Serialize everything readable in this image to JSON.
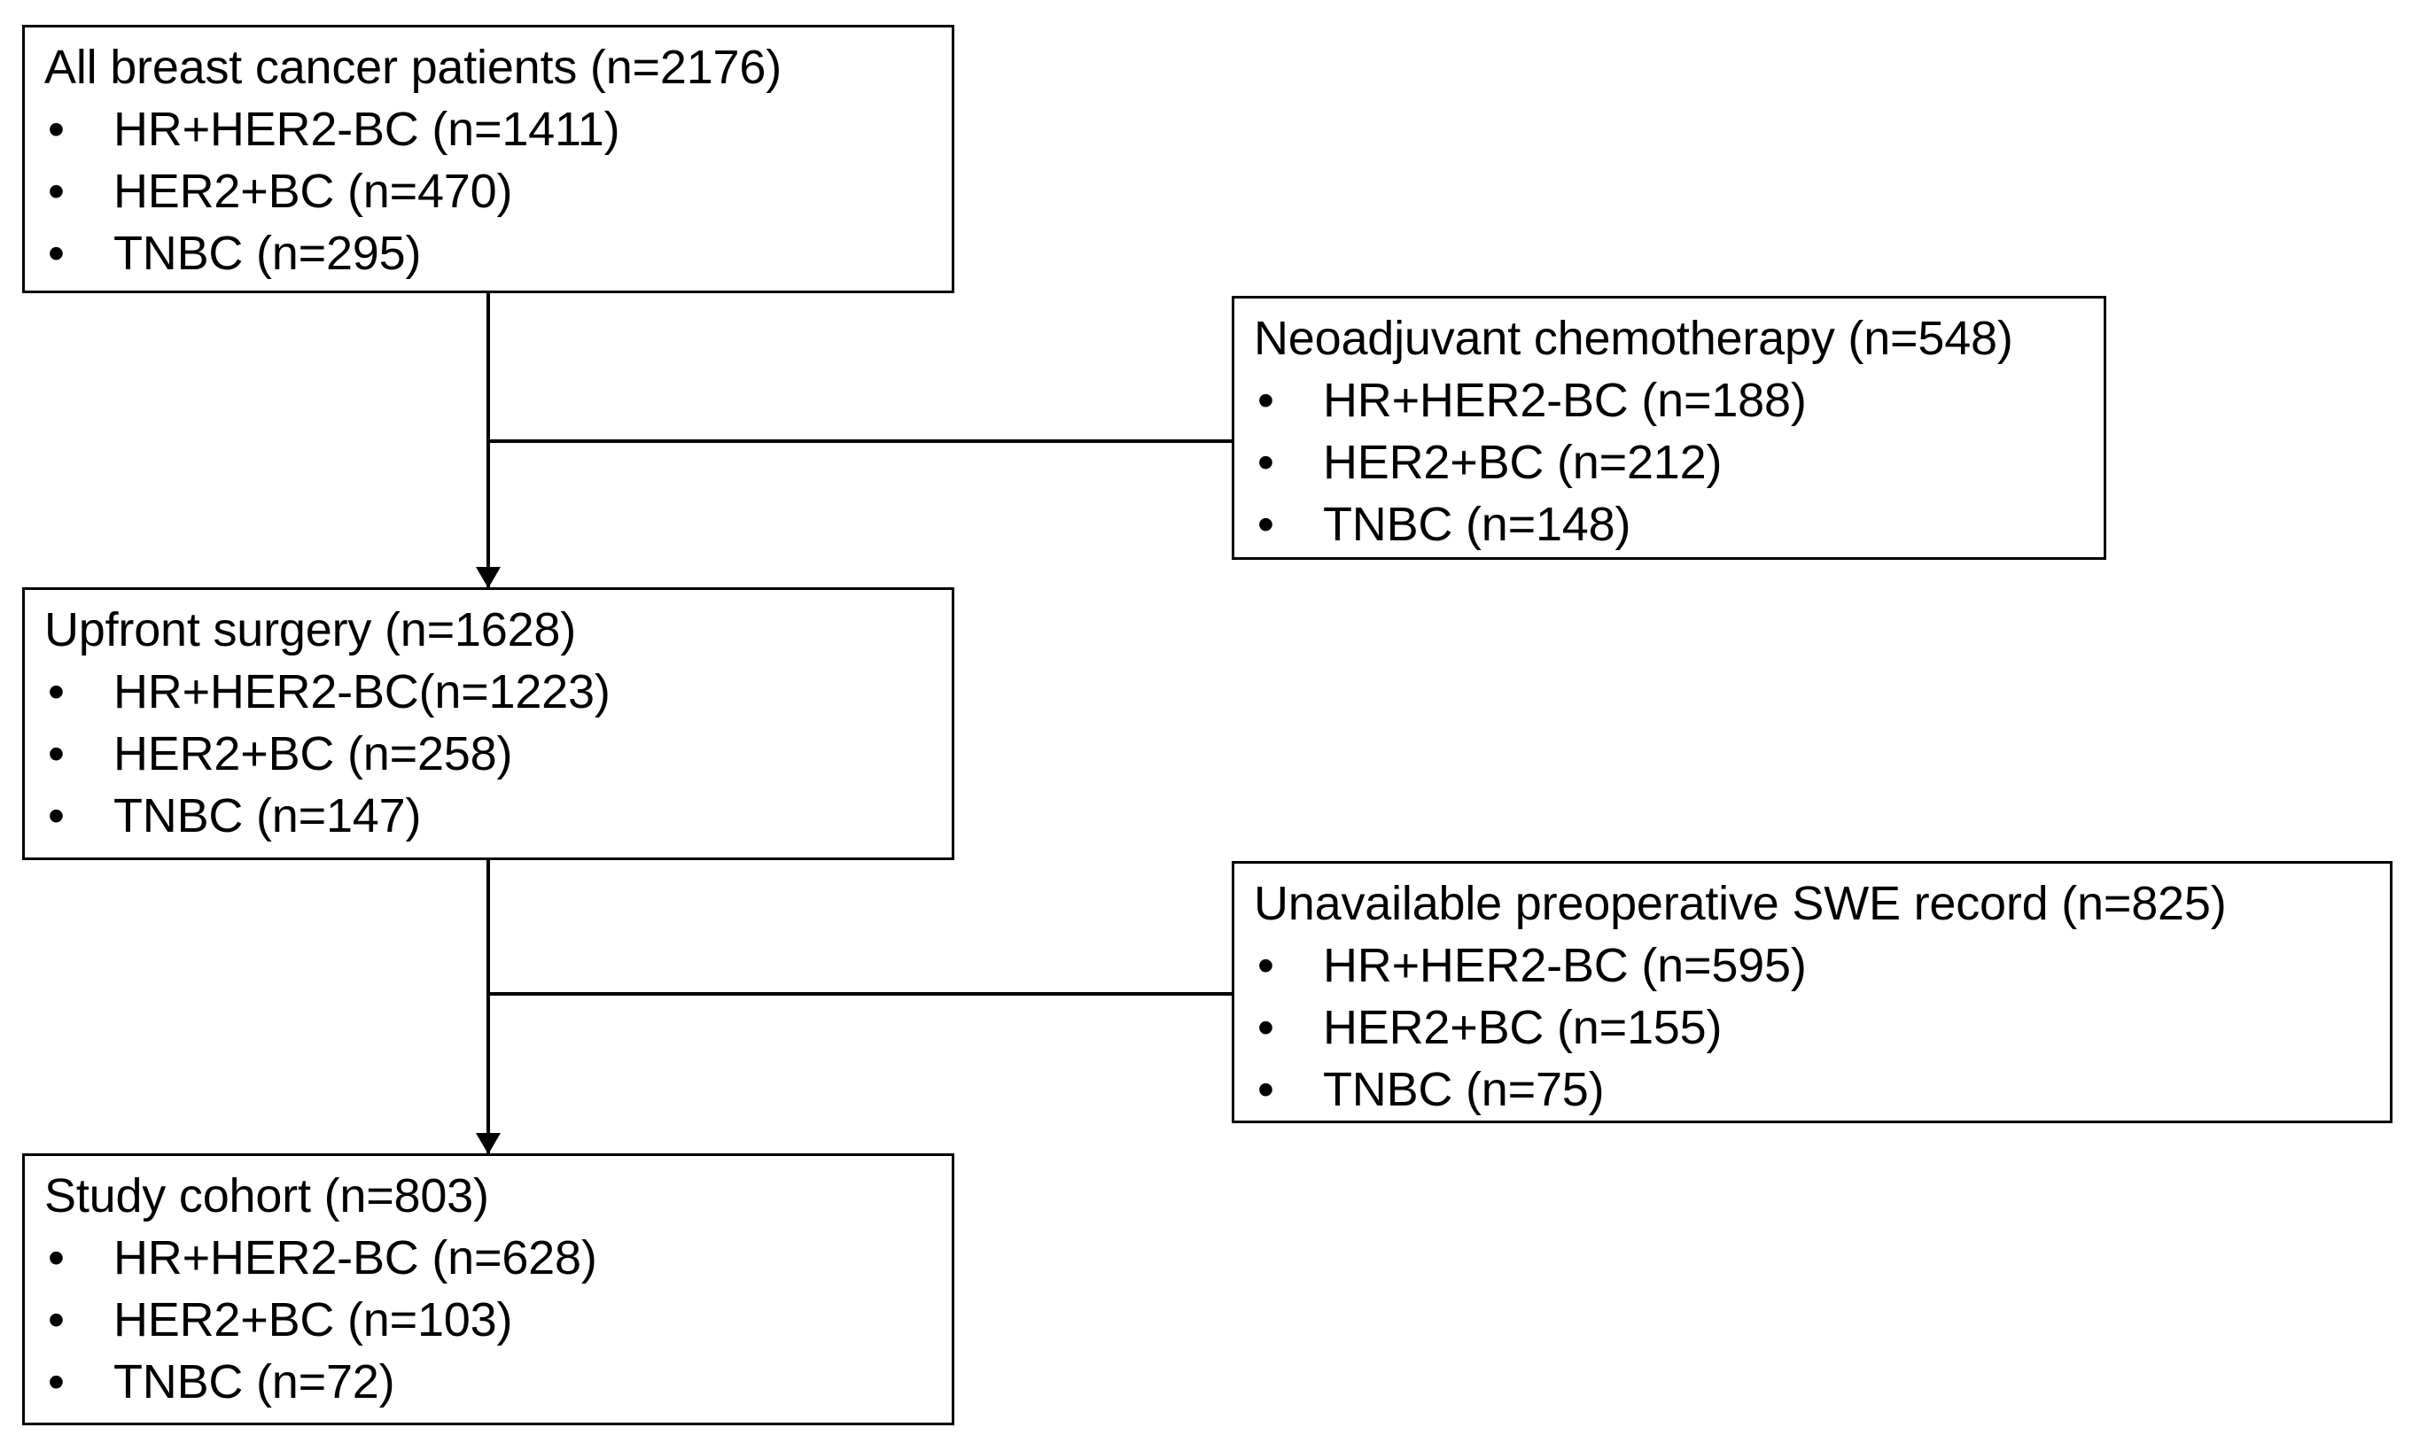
{
  "figure": {
    "type": "flowchart",
    "orientation": "vertical-with-right-exclusions",
    "bullet_glyph": "•"
  },
  "nodes": [
    {
      "id": "all-patients",
      "title": "All breast cancer patients (n=2176)",
      "items": [
        "HR+HER2-BC (n=1411)",
        "HER2+BC (n=470)",
        "TNBC (n=295)"
      ]
    },
    {
      "id": "neoadjuvant",
      "title": "Neoadjuvant chemotherapy (n=548)",
      "items": [
        "HR+HER2-BC (n=188)",
        "HER2+BC (n=212)",
        "TNBC (n=148)"
      ]
    },
    {
      "id": "upfront-surgery",
      "title": "Upfront surgery (n=1628)",
      "items": [
        "HR+HER2-BC(n=1223)",
        "HER2+BC (n=258)",
        "TNBC (n=147)"
      ]
    },
    {
      "id": "unavailable-swe",
      "title": "Unavailable preoperative SWE record (n=825)",
      "items": [
        "HR+HER2-BC (n=595)",
        "HER2+BC (n=155)",
        "TNBC (n=75)"
      ]
    },
    {
      "id": "study-cohort",
      "title": "Study cohort (n=803)",
      "items": [
        "HR+HER2-BC (n=628)",
        "HER2+BC (n=103)",
        "TNBC (n=72)"
      ]
    }
  ],
  "colors": {
    "stroke": "#000000",
    "fill": "#ffffff",
    "text": "#000000"
  }
}
